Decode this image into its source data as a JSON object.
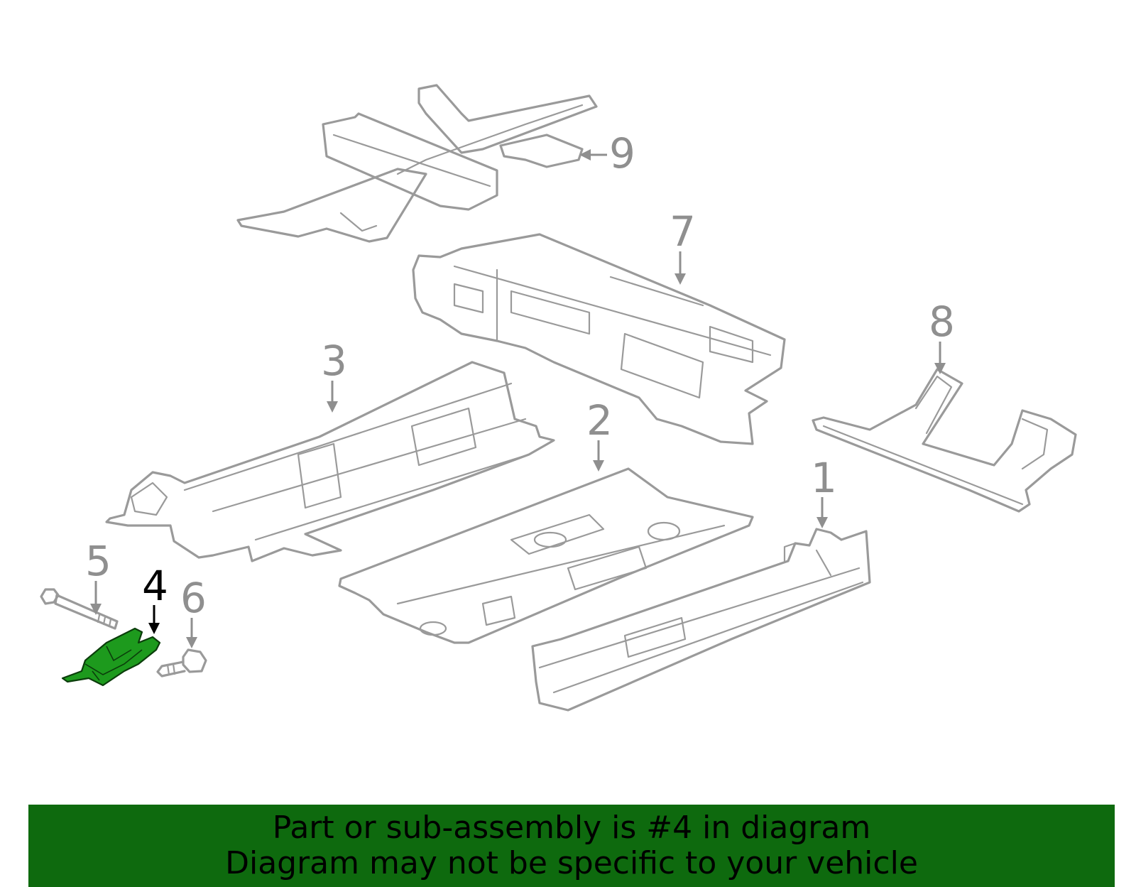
{
  "callouts": [
    {
      "id": "1",
      "label": "1"
    },
    {
      "id": "2",
      "label": "2"
    },
    {
      "id": "3",
      "label": "3"
    },
    {
      "id": "4",
      "label": "4"
    },
    {
      "id": "5",
      "label": "5"
    },
    {
      "id": "6",
      "label": "6"
    },
    {
      "id": "7",
      "label": "7"
    },
    {
      "id": "8",
      "label": "8"
    },
    {
      "id": "9",
      "label": "9"
    }
  ],
  "highlighted_part": "4",
  "colors": {
    "part_outline": "#9a9a9a",
    "highlight_fill": "#1d9a1d",
    "banner_background": "#0e6a0e",
    "banner_text": "#000000"
  },
  "banner": {
    "line1": "Part or sub-assembly is #4 in diagram",
    "line2": "Diagram may not be specific to your vehicle"
  }
}
